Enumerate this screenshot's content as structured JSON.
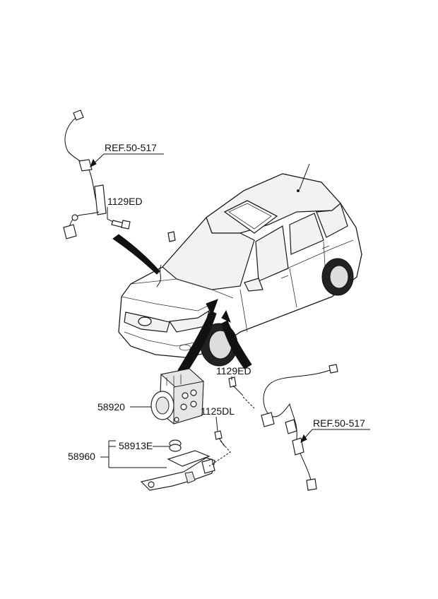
{
  "labels": {
    "ref_top": "REF.50-517",
    "ref_bottom": "REF.50-517",
    "bolt_1129ed_top": "1129ED",
    "bolt_1129ed_bottom": "1129ED",
    "abs_unit": "58920",
    "nut_1125dl": "1125DL",
    "bushing": "58913E",
    "bracket": "58960"
  }
}
